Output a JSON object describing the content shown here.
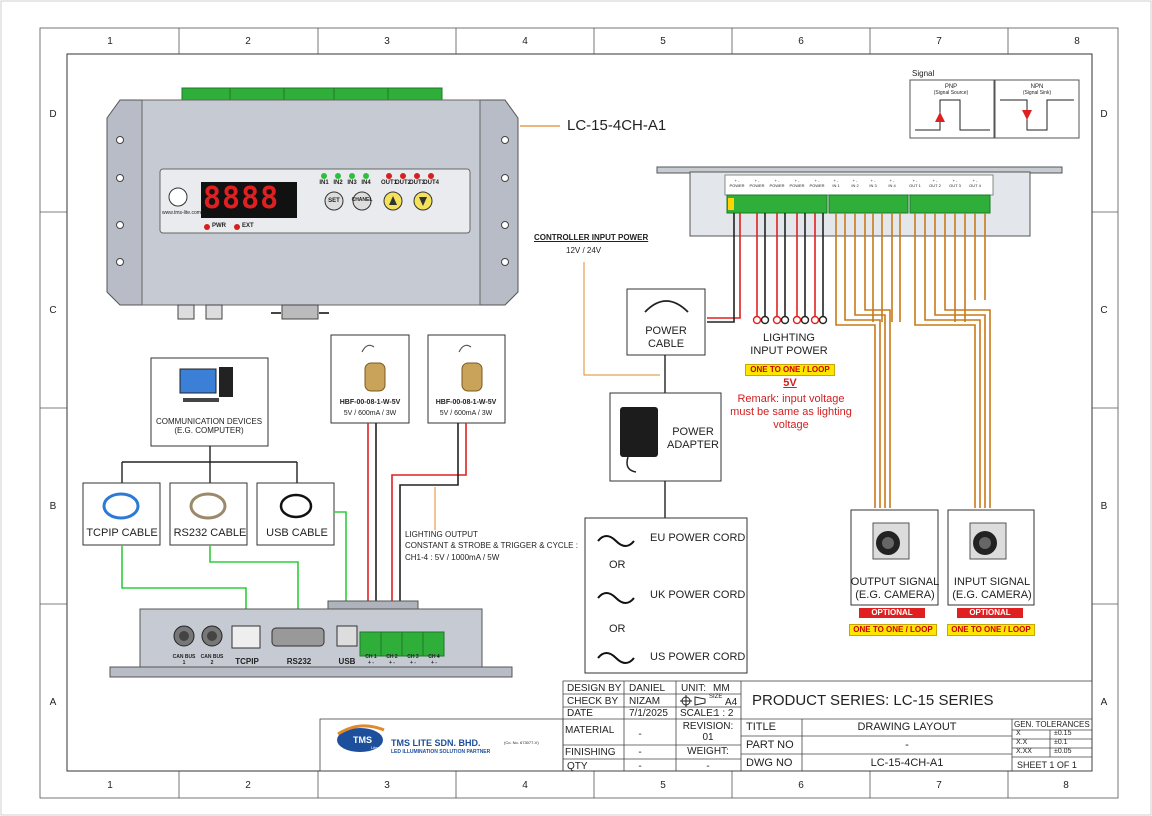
{
  "frame": {
    "col_numbers": [
      "1",
      "2",
      "3",
      "4",
      "5",
      "6",
      "7",
      "8"
    ],
    "row_letters": [
      "D",
      "C",
      "B",
      "A"
    ]
  },
  "controller": {
    "model": "LC-15-4CH-A1",
    "display": "8888",
    "indicators": [
      "IN1",
      "IN2",
      "IN3",
      "IN4",
      "OUT1",
      "OUT2",
      "OUT3",
      "OUT4"
    ],
    "buttons": [
      "SET",
      "CHANEL"
    ],
    "pwr_label": "PWR",
    "ext_label": "EXT",
    "logo_url": "www.tms-lite.com"
  },
  "signal_legend": {
    "title": "Signal",
    "pnp": "PNP",
    "pnp_sub": "(Signal Source)",
    "npn": "NPN",
    "npn_sub": "(Signal Sink)"
  },
  "top_terminal": {
    "labels": [
      "POWER",
      "POWER",
      "POWER",
      "POWER",
      "POWER",
      "IN 1",
      "IN 2",
      "IN 3",
      "IN 4",
      "OUT 1",
      "OUT 2",
      "OUT 3",
      "OUT 4"
    ]
  },
  "power_section": {
    "controller_input_title": "CONTROLLER INPUT POWER",
    "controller_input_voltage": "12V / 24V",
    "power_cable": "POWER\nCABLE",
    "power_adapter": "POWER\nADAPTER",
    "cords": [
      "EU POWER CORD",
      "UK POWER CORD",
      "US POWER CORD"
    ],
    "or": "OR",
    "lighting_input_power": "LIGHTING\nINPUT POWER",
    "one_to_one": "ONE TO ONE / LOOP",
    "voltage": "5V",
    "remark": "Remark: input voltage\nmust be same as lighting\nvoltage"
  },
  "cameras": [
    {
      "label": "OUTPUT SIGNAL\n(E.G. CAMERA)",
      "optional": "OPTIONAL",
      "mode": "ONE TO ONE / LOOP"
    },
    {
      "label": "INPUT SIGNAL\n(E.G. CAMERA)",
      "optional": "OPTIONAL",
      "mode": "ONE TO ONE / LOOP"
    }
  ],
  "lights": [
    {
      "model": "HBF-00-08-1-W-5V",
      "spec": "5V / 600mA / 3W"
    },
    {
      "model": "HBF-00-08-1-W-5V",
      "spec": "5V / 600mA / 3W"
    }
  ],
  "comm": {
    "device": "COMMUNICATION DEVICES\n(E.G. COMPUTER)",
    "cables": [
      "TCPIP CABLE",
      "RS232 CABLE",
      "USB CABLE"
    ]
  },
  "lighting_output": {
    "line1": "LIGHTING OUTPUT",
    "line2": "CONSTANT & STROBE & TRIGGER & CYCLE :",
    "line3": "CH1-4 : 5V / 1000mA / 5W"
  },
  "bottom_panel": {
    "labels": [
      "CAN BUS\n1",
      "CAN BUS\n2",
      "TCPIP",
      "RS232",
      "USB",
      "CH 1\n+ -",
      "CH 2\n+ -",
      "CH 3\n+ -",
      "CH 4\n+ -"
    ]
  },
  "title_block": {
    "company": "TMS LITE SDN. BHD.",
    "company_reg": "(Co. No. 673077-V)",
    "tagline": "LED ILLUMINATION SOLUTION PARTNER",
    "logo_text": "TMS",
    "logo_sub": "Lite",
    "design_by_label": "DESIGN BY",
    "design_by": "DANIEL",
    "check_by_label": "CHECK BY",
    "check_by": "NIZAM",
    "date_label": "DATE",
    "date": "7/1/2025",
    "unit_label": "UNIT:",
    "unit": "MM",
    "size_label": "SIZE",
    "size": "A4",
    "scale_label": "SCALE:",
    "scale": "1 : 2",
    "material_label": "MATERIAL",
    "material": "-",
    "finishing_label": "FINISHING",
    "finishing": "-",
    "qty_label": "QTY",
    "qty": "-",
    "revision_label": "REVISION:",
    "revision": "01",
    "weight_label": "WEIGHT:",
    "weight": "-",
    "product_series": "PRODUCT SERIES: LC-15 SERIES",
    "title_label": "TITLE",
    "title": "DRAWING LAYOUT",
    "part_no_label": "PART NO",
    "part_no": "-",
    "dwg_no_label": "DWG NO",
    "dwg_no": "LC-15-4CH-A1",
    "tolerances_title": "GEN. TOLERANCES",
    "tolerances": [
      {
        "k": "X",
        "v": "±0.15"
      },
      {
        "k": "X.X",
        "v": "±0.1"
      },
      {
        "k": "X.XX",
        "v": "±0.05"
      }
    ],
    "sheet": "SHEET 1 OF 1"
  }
}
